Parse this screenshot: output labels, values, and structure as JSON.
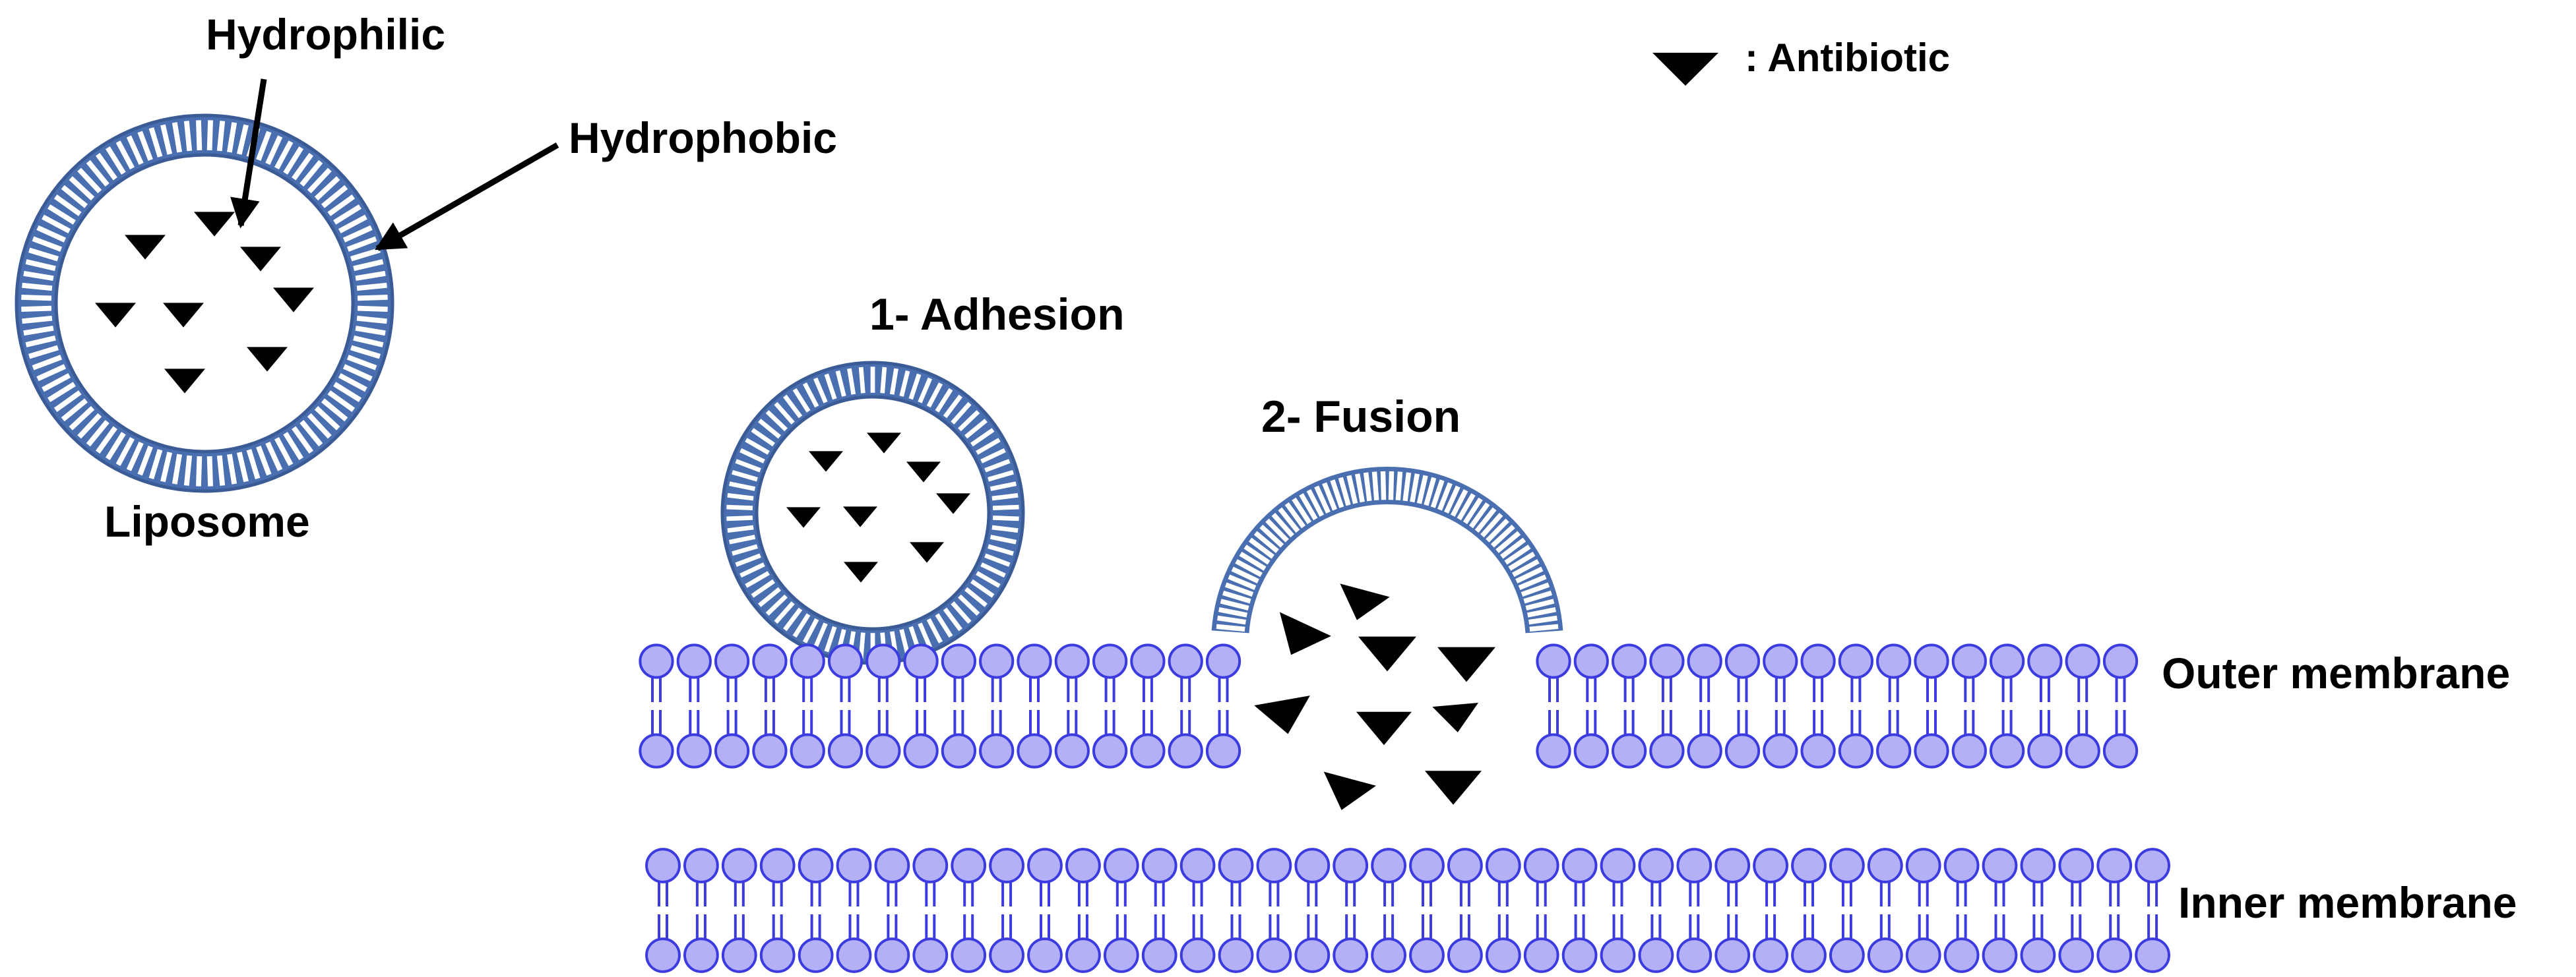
{
  "labels": {
    "hydrophilic": "Hydrophilic",
    "hydrophobic": "Hydrophobic",
    "liposome": "Liposome",
    "antibiotic_legend": ": Antibiotic",
    "step_adhesion": "1- Adhesion",
    "step_fusion": "2- Fusion",
    "outer_membrane": "Outer membrane",
    "inner_membrane": "Inner membrane"
  },
  "colors": {
    "liposome_shell": "#4a6fb0",
    "liposome_shell_dark": "#3a5b96",
    "liposome_stripe": "#ffffff",
    "lipid_head_fill": "#b3b0f5",
    "lipid_head_stroke": "#3b3be0",
    "lipid_tail": "#3b3be0",
    "antibiotic": "#000000",
    "text": "#000000"
  },
  "icons": {
    "antibiotic": "black-down-triangle",
    "lipid": "phospholipid-bilayer-unit"
  }
}
